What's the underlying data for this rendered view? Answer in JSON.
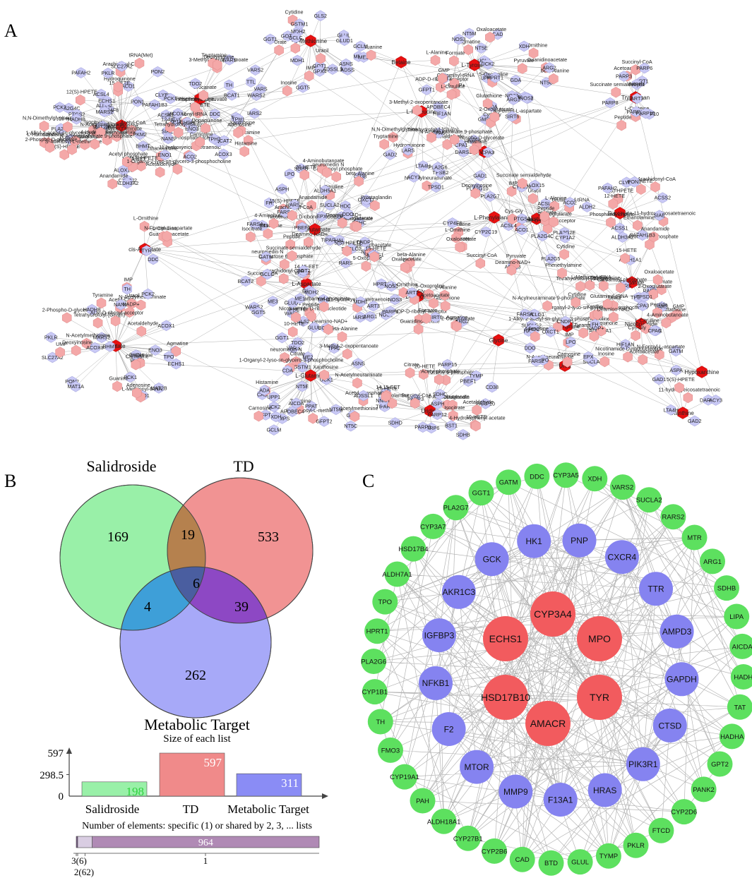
{
  "panels": {
    "a": "A",
    "b": "B",
    "c": "C"
  },
  "network_a": {
    "labels": [
      "Arachidonate",
      "Phosphoenolpyruvate",
      "L-Methionine",
      "Betaine",
      "L-Tyrosine",
      "L-Glutamate",
      "L-Isoleucine",
      "L-Valine",
      "Tryptophan",
      "L-Phenylalanine",
      "Succinate",
      "L-Histidine",
      "Fumarate",
      "Acetate",
      "L-Aspartate",
      "L-Glutamine",
      "L-Leucine",
      "L-Arginine",
      "Nicotinamide",
      "Uridine",
      "Xanthine",
      "cis-Aconitate",
      "Hypoxanthine",
      "Glycine",
      "Urea",
      "11-hydroxyeicosatetraenoic",
      "Prostaglandin",
      "Phosphatidylcholine",
      "Ethanolamine",
      "15(S)-HPETE",
      "12(S)-HPETE",
      "5(S)-HPETE",
      "20-HETE",
      "Anandamide",
      "10-HETE",
      "Arachidonyl-CoA",
      "14,15-EET",
      "15-HETE",
      "12-HETE",
      "9-HETE",
      "Citrate",
      "Isocitrate",
      "Acetaldehyde",
      "Acetyl-CoA",
      "Acetyl phosphate",
      "Hydroquinone",
      "4-Hydroxyphenyl acetate",
      "N-Acetylneuraminate",
      "1-Alkyl-2-acetyl-sn-glycero-3-phosphocholine",
      "1-Organyl-2-lyso-sn-glycero-3-phosphocholine",
      "N,N-Dimethylglycine",
      "L-Homocysteine",
      "S-Adenosyl-L-methionine",
      "tRNA(Met)",
      "L-Methionyl-tRNA",
      "N-Acetylmethionine",
      "2-Phospho-D-glycerate",
      "N-Acylneuraminate 9-phosphate",
      "Tetrahydrofolyl-[Glu](n)",
      "3-Methyl-2-oxopentanoate",
      "Tyramine",
      "Dopaquinone",
      "Phenethylamine",
      "Tryptamine",
      "Histamine",
      "Urocanate",
      "Carnosine",
      "Xanthosine",
      "Deoxyinosine",
      "Adenosine",
      "Inosine",
      "IMP",
      "UMP",
      "Cytidine",
      "Uracil",
      "Guanine",
      "Urate",
      "NADP+",
      "ADP-D-ribosyl-acceptor",
      "Agmatine",
      "Glutaminyl-tRNA",
      "GMP",
      "Guanidinoacetate",
      "L-Ornithine",
      "L-Citrulline",
      "N-Formyl-L-aspartate",
      "Formate",
      "beta-Alanine",
      "Glutathione",
      "Cys-Gly",
      "5-Oxoproline",
      "2-Oxoglutarate",
      "L-Alanine",
      "Pyruvate",
      "Oxaloacetate",
      "L-Cysteine",
      "Peptide",
      "Acetoacetate",
      "Succinate semialdehyde",
      "Succinyl-CoA",
      "Deamino-NAD+",
      "Nicotinamide D-ribonucleotide",
      "Carbamoyl phosphate",
      "D-Fructose 6-phosphate",
      "4-Aminobutanoate",
      "neuromedin N"
    ],
    "enzymes": [
      "PLA2G5",
      "ALOX15",
      "CYP4F8",
      "CYP2J2",
      "PLA2G4C",
      "ACSL4",
      "CYP1A2",
      "PTGS2",
      "ACO1",
      "ACO2",
      "CLYBL",
      "ALDH2",
      "ACSS1",
      "ACSS2",
      "ALDH1A1",
      "ALDH3A2",
      "SIAE",
      "PAFAH1B3",
      "PAFAH2",
      "PON1",
      "PON2",
      "MAT1A",
      "MAT2B",
      "BHMT",
      "MARS2",
      "ENO1",
      "ENO3",
      "PKLR",
      "PKM2",
      "PCK1",
      "PCK2",
      "SLC27A2",
      "NANS",
      "CHDH",
      "ECHS1",
      "HADHB",
      "ACOX1",
      "ACOX3",
      "TTL",
      "TH",
      "TPO",
      "TYR",
      "DDC",
      "BCAT1",
      "BCAT2",
      "IARS2",
      "VARS2",
      "VARS",
      "TPH1",
      "TPH2",
      "WARS",
      "WARS2",
      "TDO2",
      "GLS2",
      "GLUL",
      "GLUD1",
      "GOT1",
      "GOT2",
      "MDH1",
      "MDH2",
      "ME1",
      "ME2",
      "ME3",
      "GGT1",
      "GGT5",
      "GCLC",
      "GCLM",
      "GSTM1",
      "GPX4",
      "ASNS",
      "ADSS",
      "ADSSL1",
      "PPAT",
      "GMPS",
      "GFPT1",
      "GFPT2",
      "CAD",
      "UCK1",
      "UCK2",
      "UPP1",
      "NT5E",
      "NT5C",
      "NT5M",
      "CDA",
      "AICDA",
      "ADA",
      "APOBEC4",
      "XDH",
      "GDA",
      "HPRT1",
      "NOS1",
      "NOS2",
      "NOS3",
      "ARG1",
      "ARG2",
      "SIRT6",
      "ART1",
      "ART3",
      "PARP1",
      "PARP3",
      "PARP6",
      "PARP8",
      "PARP10",
      "PARP12",
      "PARP15",
      "TIPARP",
      "NNMT",
      "CD38",
      "BST1",
      "TYMP",
      "PBEF1",
      "ASPH",
      "SDHB",
      "SDHC",
      "SDHD",
      "SUCLA2",
      "SUCLG1",
      "SUCLG2",
      "OXCT1",
      "ALDH5A1",
      "HAL",
      "HDC",
      "CNDP1",
      "FH",
      "DDO",
      "MPO",
      "LPO",
      "EPX",
      "FARS2",
      "FARSA",
      "GATM",
      "RARS2",
      "RARS",
      "CPA1",
      "CPA3",
      "CPA6",
      "LARS",
      "HIF1AN",
      "TPSB2",
      "TPSD1",
      "DARS2",
      "ASPA",
      "GAD2",
      "ACY3",
      "GAD1",
      "LTA4H",
      "PLA2G6",
      "PLA2G7",
      "PLA2G10",
      "PLA2G2E",
      "ACSL3",
      "ACSL6",
      "CYP2C19"
    ]
  },
  "venn": {
    "sets": [
      {
        "name": "Salidroside",
        "color": "#99f0a8"
      },
      {
        "name": "TD",
        "color": "#f08a8a"
      },
      {
        "name": "Metabolic Target",
        "color": "#8a8cf5"
      }
    ],
    "regions": {
      "salidroside_only": "169",
      "td_only": "533",
      "metabolic_only": "262",
      "salidroside_td": "19",
      "salidroside_metabolic": "4",
      "td_metabolic": "39",
      "all_three": "6"
    },
    "bar_title": "Size of each list",
    "bar_axis_ticks": [
      "597",
      "298.5",
      "0"
    ],
    "bars": [
      {
        "name": "Salidroside",
        "value": 198,
        "label": "198",
        "color": "#99f0a8",
        "text_color": "#2fd13f"
      },
      {
        "name": "TD",
        "value": 597,
        "label": "597",
        "color": "#f08a8a",
        "text_color": "#ffffff"
      },
      {
        "name": "Metabolic Target",
        "value": 311,
        "label": "311",
        "color": "#8a8cf5",
        "text_color": "#ffffff"
      }
    ],
    "shared_title": "Number of elements: specific (1) or shared by 2, 3, ... lists",
    "shared_bar": {
      "value": "964",
      "value_num": 964,
      "small_value_num": 62,
      "ticks": [
        "3(6)",
        "2(62)",
        "1"
      ]
    }
  },
  "ppi_c": {
    "center": [
      "CYP3A4",
      "MPO",
      "TYR",
      "AMACR",
      "HSD17B10",
      "ECHS1"
    ],
    "middle": [
      "HK1",
      "PNP",
      "CXCR4",
      "TTR",
      "AMPD3",
      "GAPDH",
      "CTSD",
      "PIK3R1",
      "HRAS",
      "F13A1",
      "MMP9",
      "MTOR",
      "F2",
      "NFKB1",
      "IGFBP3",
      "AKR1C3",
      "GCK"
    ],
    "outer": [
      "CYP3A5",
      "XDH",
      "VARS2",
      "SUCLA2",
      "RARS2",
      "MTR",
      "ARG1",
      "SDHB",
      "LIPA",
      "AICDA",
      "HADH",
      "TAT",
      "HADHA",
      "GPT2",
      "PANK2",
      "CYP2D6",
      "FTCD",
      "PKLR",
      "TYMP",
      "GLUL",
      "BTD",
      "CAD",
      "CYP2B6",
      "CYP27B1",
      "ALDH18A1",
      "PAH",
      "CYP19A1",
      "FMO3",
      "TH",
      "CYP1B1",
      "PLA2G6",
      "HPRT1",
      "TPO",
      "ALDH7A1",
      "HSD17B4",
      "CYP3A7",
      "PLA2G7",
      "GGT1",
      "GATM",
      "DDC"
    ],
    "colors": {
      "center": "#f25b5e",
      "middle": "#8583f0",
      "outer": "#5de05f",
      "edge": "#a8a8a8"
    }
  },
  "network_colors": {
    "hub": "#e81010",
    "metabolite": "#f4a8a8",
    "enzyme": "#c9c9f5",
    "edge": "#8a8a8a"
  }
}
